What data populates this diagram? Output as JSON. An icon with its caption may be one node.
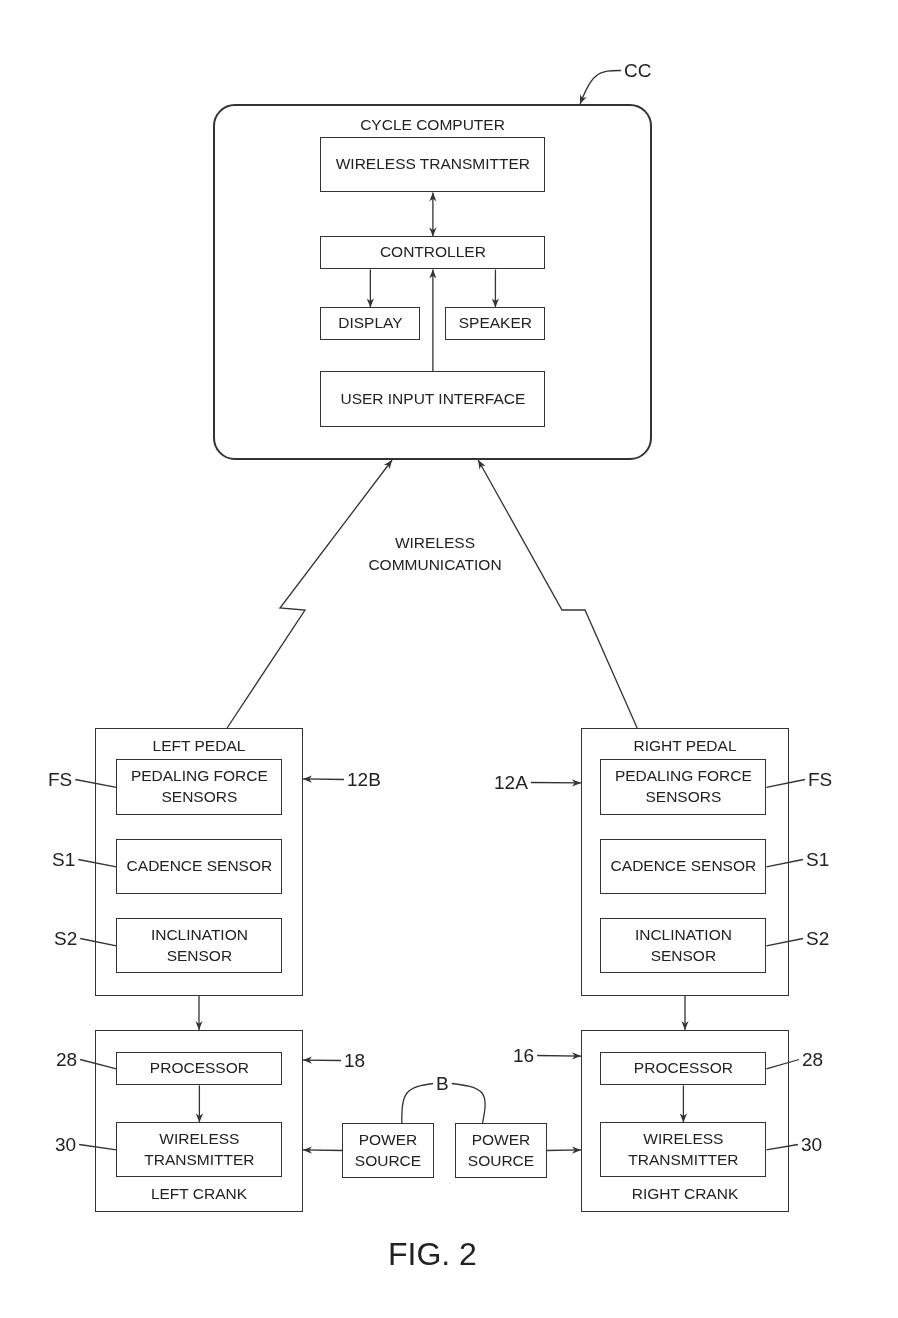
{
  "diagram": {
    "caption": "FIG. 2",
    "nodes": [
      {
        "text": [
          "CYCLE COMPUTER"
        ]
      },
      {
        "text": [
          "WIRELESS TRANSMITTER"
        ],
        "in": 0
      },
      {
        "text": [
          "CONTROLLER"
        ],
        "in": 0
      },
      {
        "text": [
          "DISPLAY"
        ],
        "in": 0
      },
      {
        "text": [
          "SPEAKER"
        ],
        "in": 0
      },
      {
        "text": [
          "USER INPUT INTERFACE"
        ],
        "in": 0
      },
      {
        "text": [
          "CC"
        ]
      },
      {
        "text": [
          "LEFT PEDAL"
        ]
      },
      {
        "text": [
          "PEDALING FORCE SENSORS"
        ],
        "in": 7
      },
      {
        "text": [
          "CADENCE SENSOR"
        ],
        "in": 7
      },
      {
        "text": [
          "INCLINATION SENSOR"
        ],
        "in": 7
      },
      {
        "text": [
          "RIGHT PEDAL"
        ]
      },
      {
        "text": [
          "PEDALING FORCE SENSORS"
        ],
        "in": 11
      },
      {
        "text": [
          "CADENCE SENSOR"
        ],
        "in": 11
      },
      {
        "text": [
          "INCLINATION SENSOR"
        ],
        "in": 11
      },
      {
        "text": [
          "LEFT CRANK"
        ]
      },
      {
        "text": [
          "PROCESSOR"
        ],
        "in": 15
      },
      {
        "text": [
          "WIRELESS TRANSMITTER"
        ],
        "in": 15
      },
      {
        "text": [
          "POWER SOURCE"
        ]
      },
      {
        "text": [
          "POWER SOURCE"
        ]
      },
      {
        "text": [
          "RIGHT CRANK"
        ]
      },
      {
        "text": [
          "PROCESSOR"
        ],
        "in": 20
      },
      {
        "text": [
          "WIRELESS TRANSMITTER"
        ],
        "in": 20
      },
      {
        "text": [
          "FS"
        ]
      },
      {
        "text": [
          "S1"
        ]
      },
      {
        "text": [
          "S2"
        ]
      },
      {
        "text": [
          "12B"
        ]
      },
      {
        "text": [
          "28"
        ]
      },
      {
        "text": [
          "18"
        ]
      },
      {
        "text": [
          "30"
        ]
      },
      {
        "text": [
          "B"
        ]
      },
      {
        "text": [
          "12A"
        ]
      },
      {
        "text": [
          "FS"
        ]
      },
      {
        "text": [
          "S1"
        ]
      },
      {
        "text": [
          "S2"
        ]
      },
      {
        "text": [
          "16"
        ]
      },
      {
        "text": [
          "28"
        ]
      },
      {
        "text": [
          "30"
        ]
      }
    ],
    "edges": [
      {
        "from": 6,
        "to": 0,
        "arrow": "to"
      },
      {
        "from": 1,
        "to": 2,
        "arrow": "both"
      },
      {
        "from": 2,
        "to": 3,
        "arrow": "to"
      },
      {
        "from": 2,
        "to": 4,
        "arrow": "to"
      },
      {
        "from": 5,
        "to": 2,
        "arrow": "to"
      },
      {
        "from": 7,
        "to": 0,
        "arrow": "to"
      },
      {
        "from": 11,
        "to": 0,
        "arrow": "to"
      },
      {
        "from": 7,
        "to": 15,
        "arrow": "to"
      },
      {
        "from": 11,
        "to": 20,
        "arrow": "to"
      },
      {
        "from": 16,
        "to": 17,
        "arrow": "to"
      },
      {
        "from": 21,
        "to": 22,
        "arrow": "to"
      },
      {
        "from": 18,
        "to": 15,
        "arrow": "to"
      },
      {
        "from": 19,
        "to": 20,
        "arrow": "to"
      },
      {
        "from": 30,
        "to": 18,
        "arrow": "none"
      },
      {
        "from": 30,
        "to": 19,
        "arrow": "none"
      },
      {
        "from": 23,
        "to": 8,
        "arrow": "none"
      },
      {
        "from": 24,
        "to": 9,
        "arrow": "none"
      },
      {
        "from": 25,
        "to": 10,
        "arrow": "none"
      },
      {
        "from": 26,
        "to": 7,
        "arrow": "to"
      },
      {
        "from": 27,
        "to": 16,
        "arrow": "none"
      },
      {
        "from": 28,
        "to": 15,
        "arrow": "to"
      },
      {
        "from": 29,
        "to": 17,
        "arrow": "none"
      },
      {
        "from": 31,
        "to": 11,
        "arrow": "to"
      },
      {
        "from": 32,
        "to": 12,
        "arrow": "none"
      },
      {
        "from": 33,
        "to": 13,
        "arrow": "none"
      },
      {
        "from": 34,
        "to": 14,
        "arrow": "none"
      },
      {
        "from": 35,
        "to": 20,
        "arrow": "to"
      },
      {
        "from": 36,
        "to": 21,
        "arrow": "none"
      },
      {
        "from": 37,
        "to": 22,
        "arrow": "none"
      }
    ],
    "labels": [
      "WIRELESS COMMUNICATION"
    ]
  }
}
